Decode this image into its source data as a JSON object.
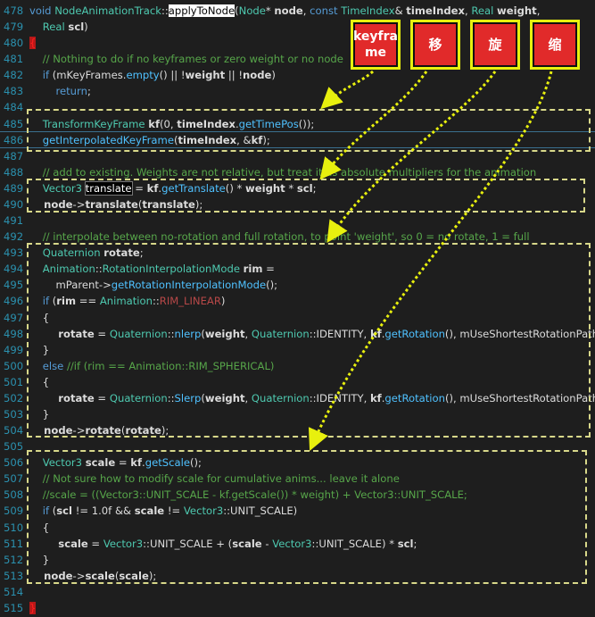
{
  "editor": {
    "lines": [
      {
        "n": "478",
        "tokens": [
          {
            "t": "void ",
            "c": "kw"
          },
          {
            "t": "NodeAnimationTrack",
            "c": "ty"
          },
          {
            "t": "::",
            "c": ""
          },
          {
            "t": "applyToNode",
            "c": "hl"
          },
          {
            "t": "(",
            "c": ""
          },
          {
            "t": "Node",
            "c": "ty"
          },
          {
            "t": "* ",
            "c": ""
          },
          {
            "t": "node",
            "c": "id"
          },
          {
            "t": ", ",
            "c": ""
          },
          {
            "t": "const ",
            "c": "kw"
          },
          {
            "t": "TimeIndex",
            "c": "ty"
          },
          {
            "t": "& ",
            "c": ""
          },
          {
            "t": "timeIndex",
            "c": "id"
          },
          {
            "t": ", ",
            "c": ""
          },
          {
            "t": "Real ",
            "c": "ty"
          },
          {
            "t": "weight",
            "c": "id"
          },
          {
            "t": ",",
            "c": ""
          }
        ]
      },
      {
        "n": "479",
        "tokens": [
          {
            "t": "    Real ",
            "c": "ty"
          },
          {
            "t": "scl",
            "c": "id"
          },
          {
            "t": ")",
            "c": ""
          }
        ]
      },
      {
        "n": "480",
        "tokens": [
          {
            "t": "{",
            "c": "bracket"
          }
        ]
      },
      {
        "n": "481",
        "tokens": [
          {
            "t": "    // Nothing to do if no keyframes or zero weight or no node",
            "c": "cm"
          }
        ]
      },
      {
        "n": "482",
        "tokens": [
          {
            "t": "    if ",
            "c": "kw"
          },
          {
            "t": "(",
            "c": ""
          },
          {
            "t": "mKeyFrames",
            "c": ""
          },
          {
            "t": ".",
            "c": ""
          },
          {
            "t": "empty",
            "c": "fn"
          },
          {
            "t": "() || !",
            "c": ""
          },
          {
            "t": "weight",
            "c": "id"
          },
          {
            "t": " || !",
            "c": ""
          },
          {
            "t": "node",
            "c": "id"
          },
          {
            "t": ")",
            "c": ""
          }
        ]
      },
      {
        "n": "483",
        "tokens": [
          {
            "t": "        return",
            "c": "kw"
          },
          {
            "t": ";",
            "c": ""
          }
        ]
      },
      {
        "n": "484",
        "tokens": []
      },
      {
        "n": "485",
        "tokens": [
          {
            "t": "    TransformKeyFrame ",
            "c": "ty"
          },
          {
            "t": "kf",
            "c": "id"
          },
          {
            "t": "(0, ",
            "c": ""
          },
          {
            "t": "timeIndex",
            "c": "id"
          },
          {
            "t": ".",
            "c": ""
          },
          {
            "t": "getTimePos",
            "c": "fn"
          },
          {
            "t": "());",
            "c": ""
          }
        ]
      },
      {
        "n": "486",
        "tokens": [
          {
            "t": "    getInterpolatedKeyFrame",
            "c": "fn"
          },
          {
            "t": "(",
            "c": ""
          },
          {
            "t": "timeIndex",
            "c": "id"
          },
          {
            "t": ", &",
            "c": ""
          },
          {
            "t": "kf",
            "c": "id"
          },
          {
            "t": ");",
            "c": ""
          }
        ]
      },
      {
        "n": "487",
        "tokens": []
      },
      {
        "n": "488",
        "tokens": [
          {
            "t": "    // add to existing. Weights are not relative, but treat it as absolute multipliers for the animation",
            "c": "cm"
          }
        ]
      },
      {
        "n": "489",
        "tokens": [
          {
            "t": "    Vector3 ",
            "c": "ty"
          },
          {
            "t": "translate",
            "c": "hl2"
          },
          {
            "t": " = ",
            "c": ""
          },
          {
            "t": "kf",
            "c": "id"
          },
          {
            "t": ".",
            "c": ""
          },
          {
            "t": "getTranslate",
            "c": "fn"
          },
          {
            "t": "() * ",
            "c": ""
          },
          {
            "t": "weight",
            "c": "id"
          },
          {
            "t": " * ",
            "c": ""
          },
          {
            "t": "scl",
            "c": "id"
          },
          {
            "t": ";",
            "c": ""
          }
        ]
      },
      {
        "n": "490",
        "tokens": [
          {
            "t": "    node",
            "c": "id"
          },
          {
            "t": "->",
            "c": ""
          },
          {
            "t": "translate",
            "c": "id"
          },
          {
            "t": "(",
            "c": ""
          },
          {
            "t": "translate",
            "c": "id"
          },
          {
            "t": ");",
            "c": ""
          }
        ]
      },
      {
        "n": "491",
        "tokens": []
      },
      {
        "n": "492",
        "tokens": [
          {
            "t": "    // interpolate between no-rotation and full rotation, to point 'weight', so 0 = no rotate, 1 = full",
            "c": "cm"
          }
        ]
      },
      {
        "n": "493",
        "tokens": [
          {
            "t": "    Quaternion ",
            "c": "ty"
          },
          {
            "t": "rotate",
            "c": "id"
          },
          {
            "t": ";",
            "c": ""
          }
        ]
      },
      {
        "n": "494",
        "tokens": [
          {
            "t": "    Animation",
            "c": "ty"
          },
          {
            "t": "::",
            "c": ""
          },
          {
            "t": "RotationInterpolationMode ",
            "c": "ty"
          },
          {
            "t": "rim",
            "c": "id"
          },
          {
            "t": " =",
            "c": ""
          }
        ]
      },
      {
        "n": "495",
        "tokens": [
          {
            "t": "        mParent",
            "c": ""
          },
          {
            "t": "->",
            "c": ""
          },
          {
            "t": "getRotationInterpolationMode",
            "c": "fn"
          },
          {
            "t": "();",
            "c": ""
          }
        ]
      },
      {
        "n": "496",
        "tokens": [
          {
            "t": "    if ",
            "c": "kw"
          },
          {
            "t": "(",
            "c": ""
          },
          {
            "t": "rim",
            "c": "id"
          },
          {
            "t": " == ",
            "c": ""
          },
          {
            "t": "Animation",
            "c": "ty"
          },
          {
            "t": "::",
            "c": ""
          },
          {
            "t": "RIM_LINEAR",
            "c": "mc"
          },
          {
            "t": ")",
            "c": ""
          }
        ]
      },
      {
        "n": "497",
        "tokens": [
          {
            "t": "    {",
            "c": ""
          }
        ]
      },
      {
        "n": "498",
        "tokens": [
          {
            "t": "        rotate",
            "c": "id"
          },
          {
            "t": " = ",
            "c": ""
          },
          {
            "t": "Quaternion",
            "c": "ty"
          },
          {
            "t": "::",
            "c": ""
          },
          {
            "t": "nlerp",
            "c": "fn"
          },
          {
            "t": "(",
            "c": ""
          },
          {
            "t": "weight",
            "c": "id"
          },
          {
            "t": ", ",
            "c": ""
          },
          {
            "t": "Quaternion",
            "c": "ty"
          },
          {
            "t": "::IDENTITY, ",
            "c": ""
          },
          {
            "t": "kf",
            "c": "id"
          },
          {
            "t": ".",
            "c": ""
          },
          {
            "t": "getRotation",
            "c": "fn"
          },
          {
            "t": "(), mUseShortestRotationPath);",
            "c": ""
          }
        ]
      },
      {
        "n": "499",
        "tokens": [
          {
            "t": "    }",
            "c": ""
          }
        ]
      },
      {
        "n": "500",
        "tokens": [
          {
            "t": "    else ",
            "c": "kw"
          },
          {
            "t": "//if (rim == Animation::RIM_SPHERICAL)",
            "c": "cm"
          }
        ]
      },
      {
        "n": "501",
        "tokens": [
          {
            "t": "    {",
            "c": ""
          }
        ]
      },
      {
        "n": "502",
        "tokens": [
          {
            "t": "        rotate",
            "c": "id"
          },
          {
            "t": " = ",
            "c": ""
          },
          {
            "t": "Quaternion",
            "c": "ty"
          },
          {
            "t": "::",
            "c": ""
          },
          {
            "t": "Slerp",
            "c": "fn"
          },
          {
            "t": "(",
            "c": ""
          },
          {
            "t": "weight",
            "c": "id"
          },
          {
            "t": ", ",
            "c": ""
          },
          {
            "t": "Quaternion",
            "c": "ty"
          },
          {
            "t": "::IDENTITY, ",
            "c": ""
          },
          {
            "t": "kf",
            "c": "id"
          },
          {
            "t": ".",
            "c": ""
          },
          {
            "t": "getRotation",
            "c": "fn"
          },
          {
            "t": "(), mUseShortestRotationPath);",
            "c": ""
          }
        ]
      },
      {
        "n": "503",
        "tokens": [
          {
            "t": "    }",
            "c": ""
          }
        ]
      },
      {
        "n": "504",
        "tokens": [
          {
            "t": "    node",
            "c": "id"
          },
          {
            "t": "->",
            "c": ""
          },
          {
            "t": "rotate",
            "c": "id"
          },
          {
            "t": "(",
            "c": ""
          },
          {
            "t": "rotate",
            "c": "id"
          },
          {
            "t": ");",
            "c": ""
          }
        ]
      },
      {
        "n": "505",
        "tokens": []
      },
      {
        "n": "506",
        "tokens": [
          {
            "t": "    Vector3 ",
            "c": "ty"
          },
          {
            "t": "scale",
            "c": "id"
          },
          {
            "t": " = ",
            "c": ""
          },
          {
            "t": "kf",
            "c": "id"
          },
          {
            "t": ".",
            "c": ""
          },
          {
            "t": "getScale",
            "c": "fn"
          },
          {
            "t": "();",
            "c": ""
          }
        ]
      },
      {
        "n": "507",
        "tokens": [
          {
            "t": "    // Not sure how to modify scale for cumulative anims... leave it alone",
            "c": "cm"
          }
        ]
      },
      {
        "n": "508",
        "tokens": [
          {
            "t": "    //scale = ((Vector3::UNIT_SCALE - kf.getScale()) * weight) + Vector3::UNIT_SCALE;",
            "c": "cm"
          }
        ]
      },
      {
        "n": "509",
        "tokens": [
          {
            "t": "    if ",
            "c": "kw"
          },
          {
            "t": "(",
            "c": ""
          },
          {
            "t": "scl",
            "c": "id"
          },
          {
            "t": " != 1.0f && ",
            "c": ""
          },
          {
            "t": "scale",
            "c": "id"
          },
          {
            "t": " != ",
            "c": ""
          },
          {
            "t": "Vector3",
            "c": "ty"
          },
          {
            "t": "::UNIT_SCALE)",
            "c": ""
          }
        ]
      },
      {
        "n": "510",
        "tokens": [
          {
            "t": "    {",
            "c": ""
          }
        ]
      },
      {
        "n": "511",
        "tokens": [
          {
            "t": "        scale",
            "c": "id"
          },
          {
            "t": " = ",
            "c": ""
          },
          {
            "t": "Vector3",
            "c": "ty"
          },
          {
            "t": "::UNIT_SCALE + (",
            "c": ""
          },
          {
            "t": "scale",
            "c": "id"
          },
          {
            "t": " - ",
            "c": ""
          },
          {
            "t": "Vector3",
            "c": "ty"
          },
          {
            "t": "::UNIT_SCALE) * ",
            "c": ""
          },
          {
            "t": "scl",
            "c": "id"
          },
          {
            "t": ";",
            "c": ""
          }
        ]
      },
      {
        "n": "512",
        "tokens": [
          {
            "t": "    }",
            "c": ""
          }
        ]
      },
      {
        "n": "513",
        "tokens": [
          {
            "t": "    node",
            "c": "id"
          },
          {
            "t": "->",
            "c": ""
          },
          {
            "t": "scale",
            "c": "id"
          },
          {
            "t": "(",
            "c": ""
          },
          {
            "t": "scale",
            "c": "id"
          },
          {
            "t": ");",
            "c": ""
          }
        ]
      },
      {
        "n": "514",
        "tokens": []
      },
      {
        "n": "515",
        "tokens": [
          {
            "t": "}",
            "c": "bracket"
          }
        ]
      }
    ]
  },
  "annotations": {
    "labels": [
      {
        "id": "keyframe",
        "text": "keyfra\nme"
      },
      {
        "id": "translate",
        "text": "移"
      },
      {
        "id": "rotate",
        "text": "旋"
      },
      {
        "id": "scale",
        "text": "缩"
      }
    ],
    "color_box": "#d8d88a",
    "color_arrow": "#e8f00e",
    "color_label_bg": "#e12a2a"
  }
}
